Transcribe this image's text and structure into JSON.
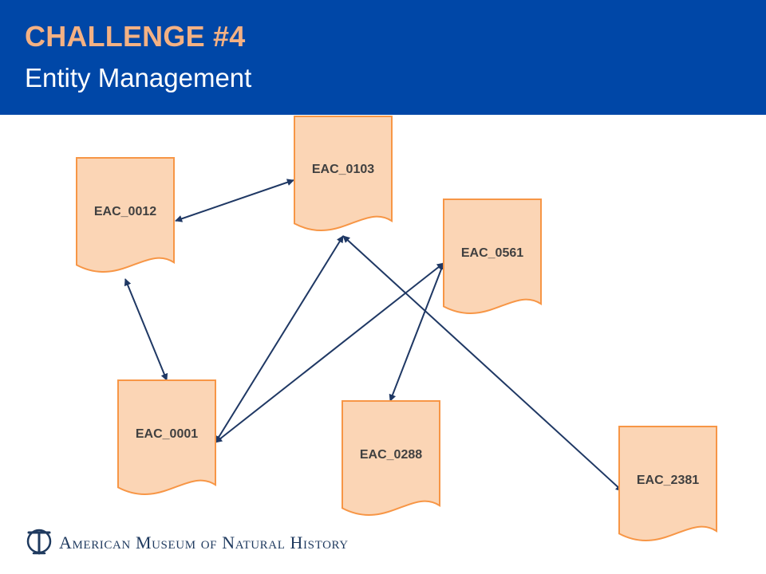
{
  "header": {
    "title": "CHALLENGE #4",
    "subtitle": "Entity Management"
  },
  "diagram": {
    "nodes": [
      {
        "id": "EAC_0012",
        "label": "EAC_0012"
      },
      {
        "id": "EAC_0103",
        "label": "EAC_0103"
      },
      {
        "id": "EAC_0561",
        "label": "EAC_0561"
      },
      {
        "id": "EAC_0001",
        "label": "EAC_0001"
      },
      {
        "id": "EAC_0288",
        "label": "EAC_0288"
      },
      {
        "id": "EAC_2381",
        "label": "EAC_2381"
      }
    ],
    "links": [
      {
        "from": "EAC_0012",
        "to": "EAC_0103",
        "direction": "both"
      },
      {
        "from": "EAC_0012",
        "to": "EAC_0001",
        "direction": "both"
      },
      {
        "from": "EAC_0001",
        "to": "EAC_0103",
        "direction": "both"
      },
      {
        "from": "EAC_0001",
        "to": "EAC_0561",
        "direction": "both"
      },
      {
        "from": "EAC_0561",
        "to": "EAC_0288",
        "direction": "both"
      },
      {
        "from": "EAC_0103",
        "to": "EAC_2381",
        "direction": "both"
      }
    ],
    "colors": {
      "document_fill": "#fbd5b5",
      "document_stroke": "#f79646",
      "connector": "#1f3864",
      "header_band": "#0047a7",
      "title": "#f4b183"
    }
  },
  "footer": {
    "logo_text": "American Museum of Natural History",
    "logo_icon": "amnh-logo-icon"
  }
}
